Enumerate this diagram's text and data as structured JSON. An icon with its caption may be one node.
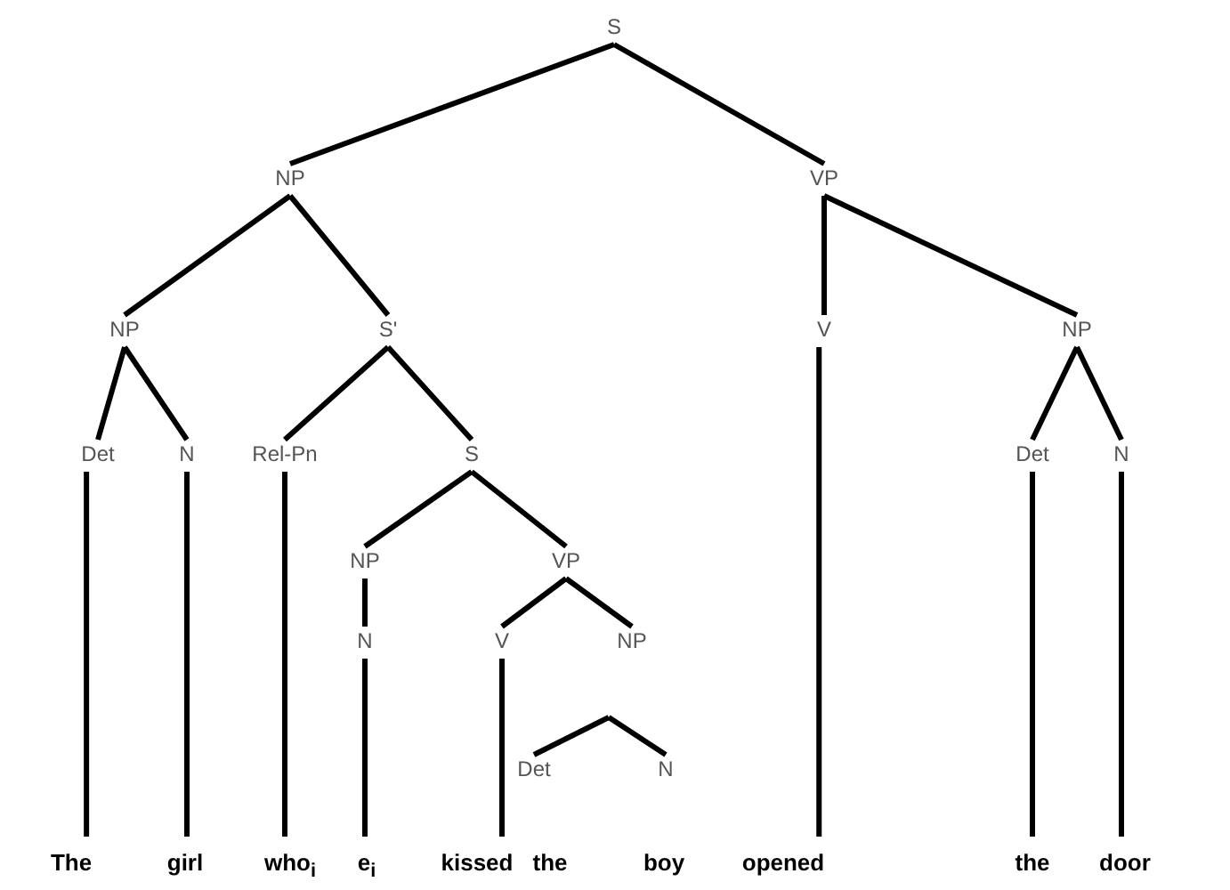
{
  "diagram": {
    "nodes": [
      {
        "text": [
          "S"
        ]
      },
      {
        "text": [
          "NP"
        ]
      },
      {
        "text": [
          "VP"
        ]
      },
      {
        "text": [
          "NP"
        ]
      },
      {
        "text": [
          "S'"
        ]
      },
      {
        "text": [
          "V"
        ]
      },
      {
        "text": [
          "NP"
        ]
      },
      {
        "text": [
          "Det"
        ]
      },
      {
        "text": [
          "N"
        ]
      },
      {
        "text": [
          "Rel-Pn"
        ]
      },
      {
        "text": [
          "S"
        ]
      },
      {
        "text": [
          "Det"
        ]
      },
      {
        "text": [
          "N"
        ]
      },
      {
        "text": [
          "NP"
        ]
      },
      {
        "text": [
          "VP"
        ]
      },
      {
        "text": [
          "N"
        ]
      },
      {
        "text": [
          "V"
        ]
      },
      {
        "text": [
          "NP"
        ]
      },
      {
        "text": [
          "Det"
        ]
      },
      {
        "text": [
          "N"
        ]
      },
      {
        "text": [
          "The"
        ]
      },
      {
        "text": [
          "girl"
        ]
      },
      {
        "text": [
          "who$_{i}$"
        ]
      },
      {
        "text": [
          "e$_{i}$"
        ]
      },
      {
        "text": [
          "kissed"
        ]
      },
      {
        "text": [
          "the"
        ]
      },
      {
        "text": [
          "boy"
        ]
      },
      {
        "text": [
          "opened"
        ]
      },
      {
        "text": [
          "the"
        ]
      },
      {
        "text": [
          "door"
        ]
      }
    ],
    "edges": [
      {
        "from": 0,
        "to": 1,
        "arrow": "none"
      },
      {
        "from": 0,
        "to": 2,
        "arrow": "none"
      },
      {
        "from": 1,
        "to": 3,
        "arrow": "none"
      },
      {
        "from": 1,
        "to": 4,
        "arrow": "none"
      },
      {
        "from": 2,
        "to": 5,
        "arrow": "none"
      },
      {
        "from": 2,
        "to": 6,
        "arrow": "none"
      },
      {
        "from": 3,
        "to": 7,
        "arrow": "none"
      },
      {
        "from": 3,
        "to": 8,
        "arrow": "none"
      },
      {
        "from": 4,
        "to": 9,
        "arrow": "none"
      },
      {
        "from": 4,
        "to": 10,
        "arrow": "none"
      },
      {
        "from": 6,
        "to": 11,
        "arrow": "none"
      },
      {
        "from": 6,
        "to": 12,
        "arrow": "none"
      },
      {
        "from": 10,
        "to": 13,
        "arrow": "none"
      },
      {
        "from": 10,
        "to": 14,
        "arrow": "none"
      },
      {
        "from": 13,
        "to": 15,
        "arrow": "none"
      },
      {
        "from": 14,
        "to": 16,
        "arrow": "none"
      },
      {
        "from": 14,
        "to": 17,
        "arrow": "none"
      },
      {
        "from": null,
        "to": 18,
        "arrow": "none"
      },
      {
        "from": null,
        "to": 19,
        "arrow": "none"
      },
      {
        "from": 7,
        "to": 20,
        "arrow": "none"
      },
      {
        "from": 8,
        "to": 21,
        "arrow": "none"
      },
      {
        "from": 9,
        "to": 22,
        "arrow": "none"
      },
      {
        "from": 15,
        "to": 23,
        "arrow": "none"
      },
      {
        "from": 16,
        "to": 24,
        "arrow": "none"
      },
      {
        "from": 5,
        "to": 27,
        "arrow": "none"
      },
      {
        "from": 11,
        "to": 28,
        "arrow": "none"
      },
      {
        "from": 12,
        "to": 29,
        "arrow": "none"
      }
    ]
  }
}
